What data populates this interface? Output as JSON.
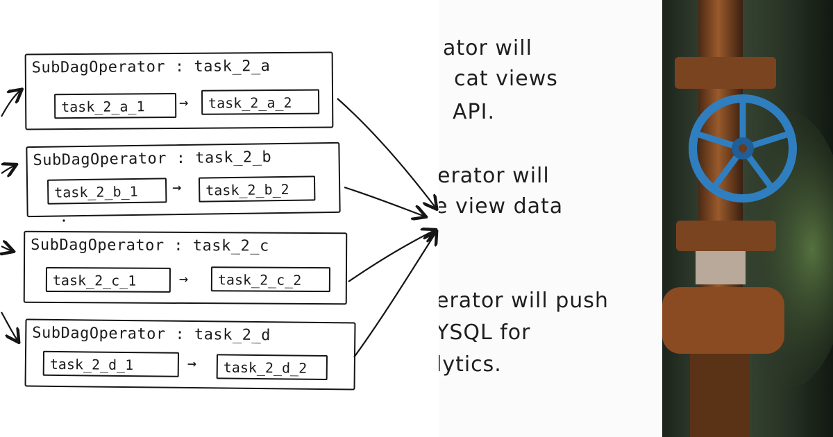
{
  "diagram": {
    "subdags": [
      {
        "title": "SubDagOperator : task_2_a",
        "tasks": [
          "task_2_a_1",
          "task_2_a_2"
        ]
      },
      {
        "title": "SubDagOperator : task_2_b",
        "tasks": [
          "task_2_b_1",
          "task_2_b_2"
        ]
      },
      {
        "title": "SubDagOperator : task_2_c",
        "tasks": [
          "task_2_c_1",
          "task_2_c_2"
        ]
      },
      {
        "title": "SubDagOperator : task_2_d",
        "tasks": [
          "task_2_d_1",
          "task_2_d_2"
        ]
      }
    ],
    "arrow_glyph": "→"
  },
  "notes": {
    "lines": [
      "ator will",
      "cat views",
      "API.",
      "erator will",
      "e view data",
      "erator will push",
      "YSQL for",
      "lytics."
    ]
  },
  "photo": {
    "subject": "rusty pipe valve",
    "handwheel_color": "#2f7fc0",
    "rust_color": "#8a4a22",
    "moss_color": "#4a6b3a"
  }
}
